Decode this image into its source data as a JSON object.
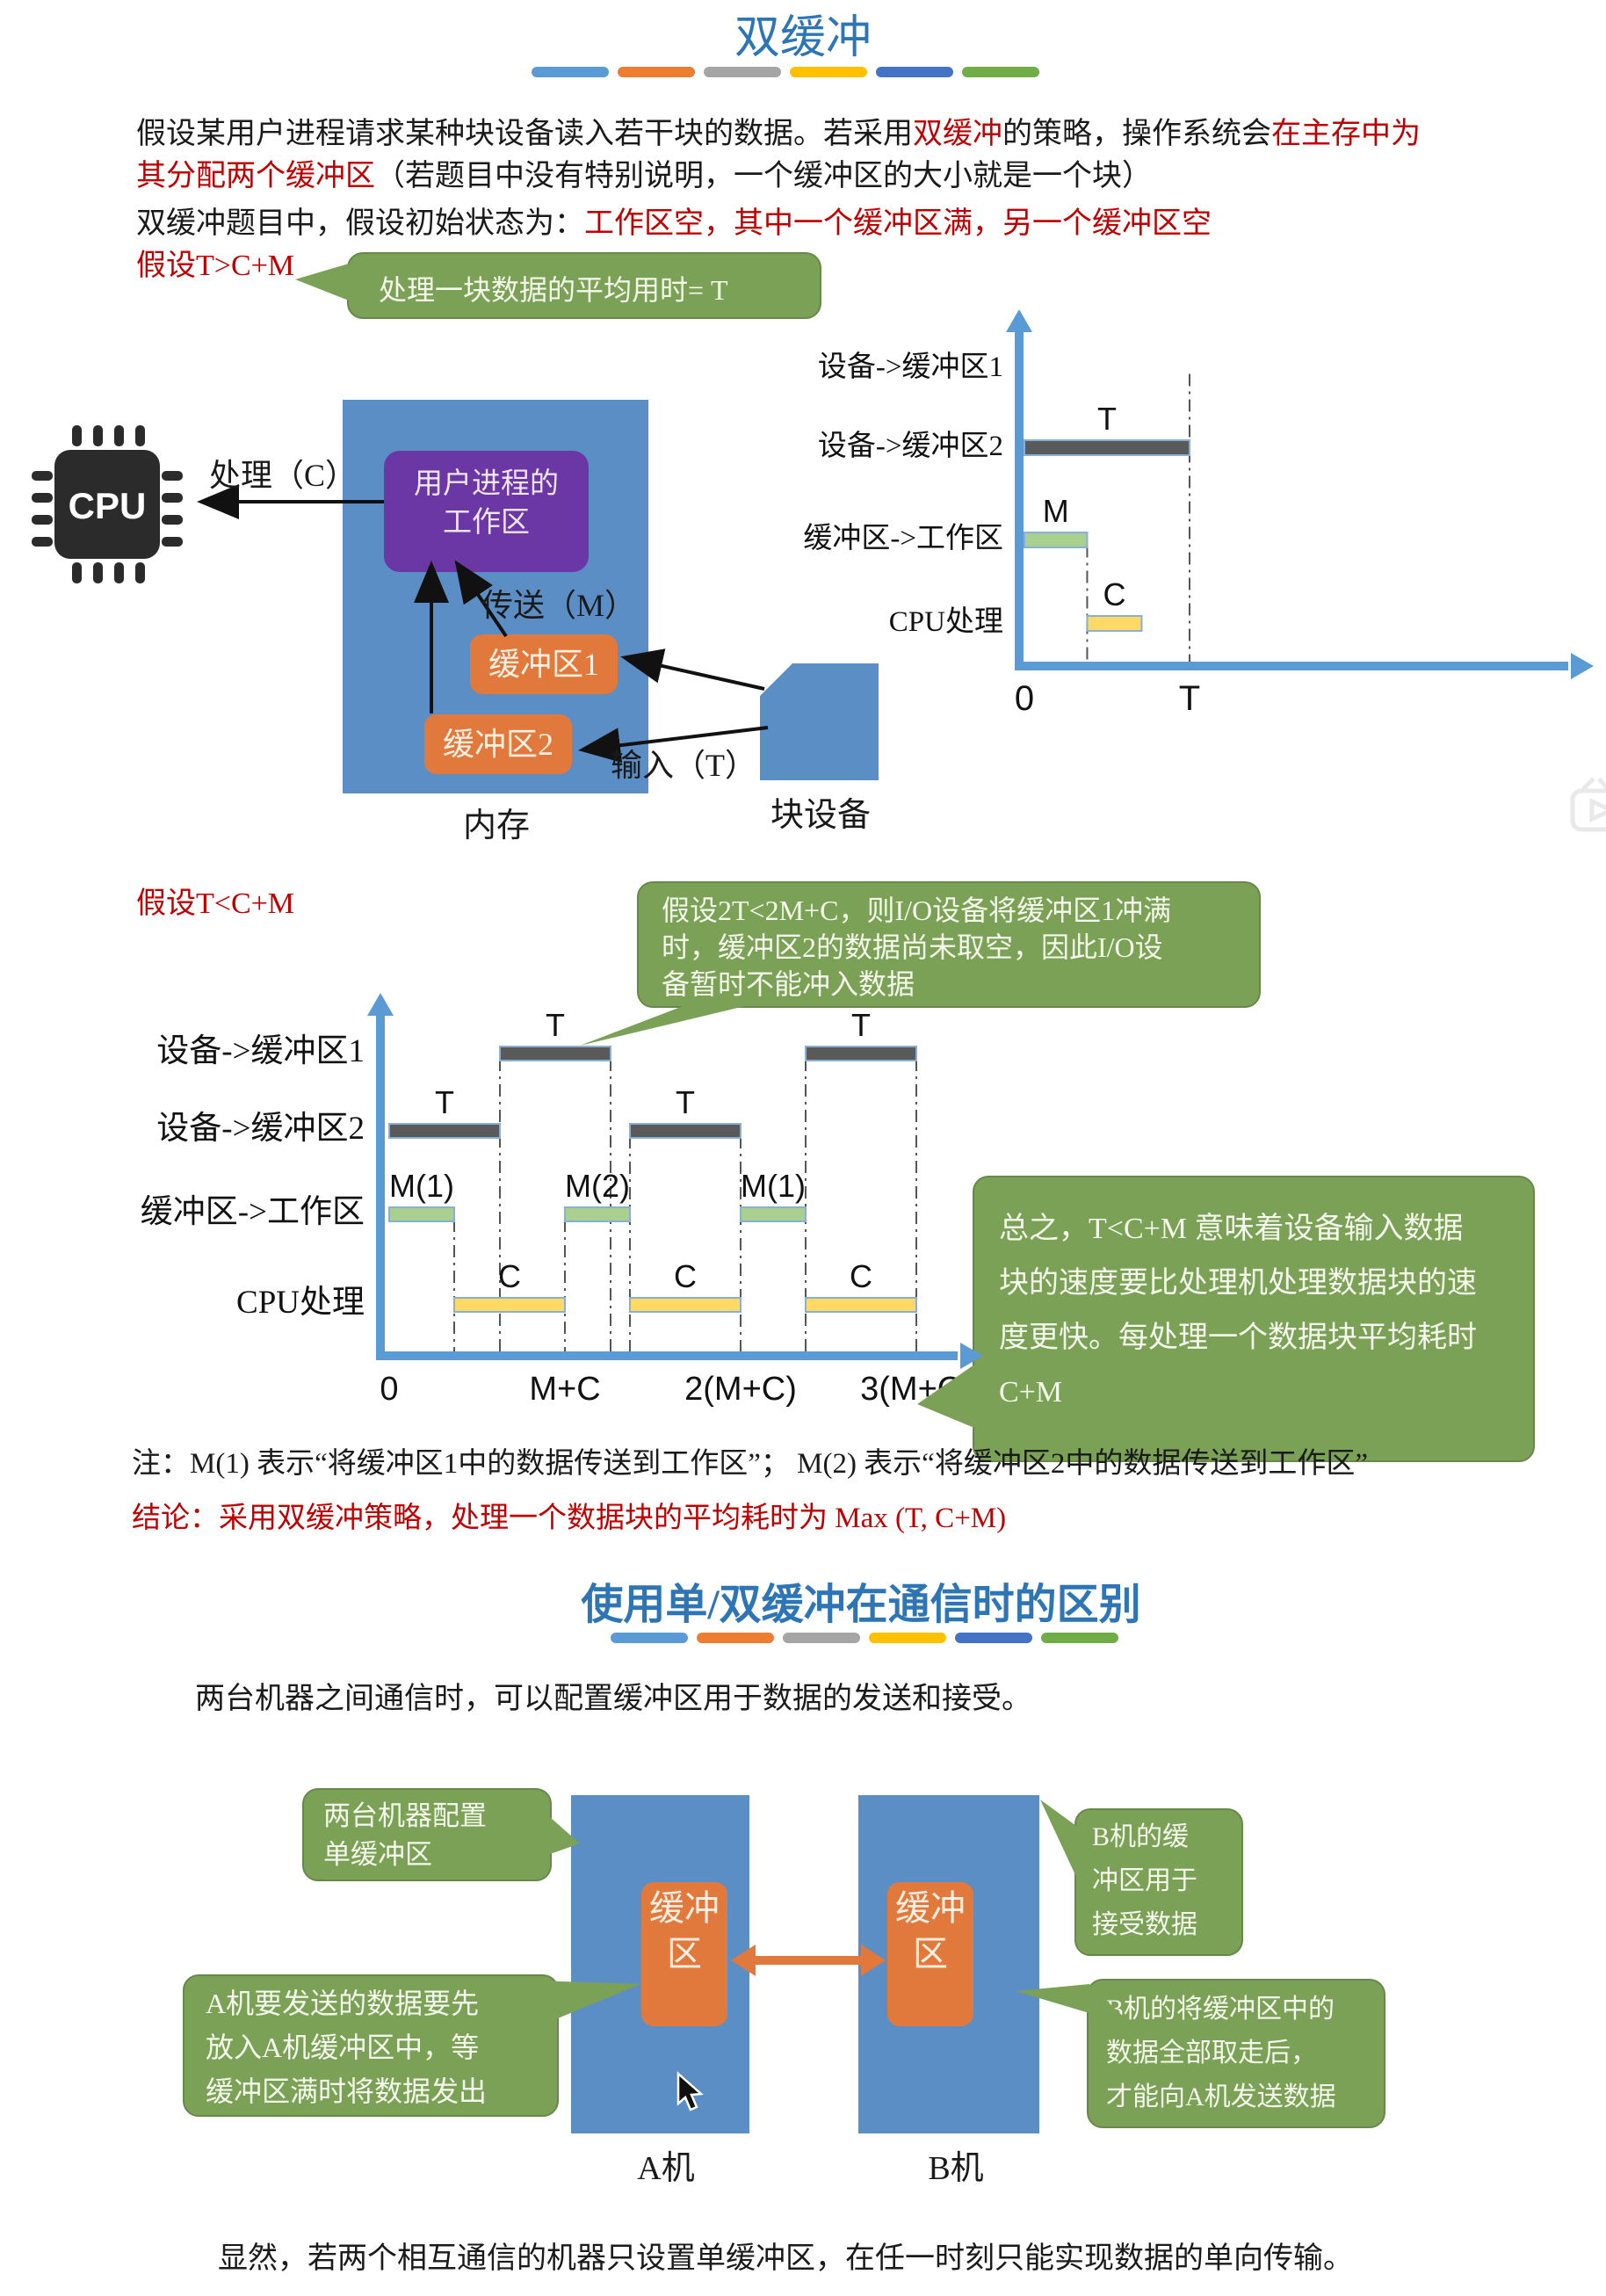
{
  "colors": {
    "title_blue": "#2E75B6",
    "red": "#C00000",
    "black": "#1a1a1a",
    "callout_green": "#7BA156",
    "callout_border": "#68884a",
    "memory_blue": "#5B8EC4",
    "purple": "#6B37A4",
    "orange": "#E2793C",
    "axis_blue": "#5B9BD5",
    "bars": {
      "gray": "#5A5A5A",
      "green": "#A9D08E",
      "yellow": "#FFD966"
    },
    "strip": [
      "#5B9BD5",
      "#ED7D31",
      "#A5A5A5",
      "#FFC000",
      "#4472C4",
      "#70AD47"
    ]
  },
  "section1": {
    "title": "双缓冲",
    "intro_line1": [
      {
        "t": "假设某用户进程请求某种块设备读入若干块的数据。若采用",
        "c": "k"
      },
      {
        "t": "双缓冲",
        "c": "r"
      },
      {
        "t": "的策略，操作系统会",
        "c": "k"
      },
      {
        "t": "在主存中为",
        "c": "r"
      }
    ],
    "intro_line2": [
      {
        "t": "其分配两个缓冲区",
        "c": "r"
      },
      {
        "t": "（若题目中没有特别说明，一个缓冲区的大小就是一个块）",
        "c": "k"
      }
    ],
    "intro_line3": [
      {
        "t": "双缓冲题目中，假设初始状态为：",
        "c": "k"
      },
      {
        "t": "工作区空，其中一个缓冲区满，另一个缓冲区空",
        "c": "r"
      }
    ],
    "assumption": "假设T>C+M",
    "callout_avg": "处理一块数据的平均用时= T"
  },
  "diagram1": {
    "cpu": "CPU",
    "process_label": "处理（C）",
    "workarea": [
      "用户进程的",
      "工作区"
    ],
    "transfer_label": "传送（M）",
    "buffer1": "缓冲区1",
    "buffer2": "缓冲区2",
    "input_label": "输入（T）",
    "block_device": "块设备",
    "memory": "内存"
  },
  "chart1": {
    "type": "gantt-timeline",
    "rows": [
      "设备->缓冲区1",
      "设备->缓冲区2",
      "缓冲区->工作区",
      "CPU处理"
    ],
    "bars": [
      {
        "row": 1,
        "start": 0,
        "end": 1,
        "color": "gray",
        "label": "T"
      },
      {
        "row": 2,
        "start": 0,
        "end": 0.38,
        "color": "green",
        "label": "M"
      },
      {
        "row": 3,
        "start": 0.38,
        "end": 0.71,
        "color": "yellow",
        "label": "C"
      }
    ],
    "dashed": [
      {
        "t": 0.38,
        "from_row": 2
      },
      {
        "t": 1,
        "from_row": 0
      }
    ],
    "ticks": [
      {
        "t": 0,
        "label": "0"
      },
      {
        "t": 1,
        "label": "T"
      }
    ]
  },
  "section2": {
    "assumption": "假设T<C+M",
    "callout_io": [
      "假设2T<2M+C，则I/O设备将缓冲区1冲满",
      "时，缓冲区2的数据尚未取空，因此I/O设",
      "备暂时不能冲入数据"
    ],
    "callout_summary": [
      "总之，T<C+M 意味着设备输入数据",
      "块的速度要比处理机处理数据块的速",
      "度更快。每处理一个数据块平均耗时",
      "C+M"
    ],
    "note": "注：M(1) 表示“将缓冲区1中的数据传送到工作区”；  M(2) 表示“将缓冲区2中的数据传送到工作区”",
    "conclusion": "结论：采用双缓冲策略，处理一个数据块的平均耗时为 Max (T, C+M)"
  },
  "chart2": {
    "type": "gantt-timeline",
    "rows": [
      "设备->缓冲区1",
      "设备->缓冲区2",
      "缓冲区->工作区",
      "CPU处理"
    ],
    "bars": [
      {
        "row": 0,
        "start": 0.63,
        "end": 1.26,
        "color": "gray",
        "label": "T"
      },
      {
        "row": 0,
        "start": 2.37,
        "end": 3,
        "color": "gray",
        "label": "T"
      },
      {
        "row": 1,
        "start": 0,
        "end": 0.63,
        "color": "gray",
        "label": "T"
      },
      {
        "row": 1,
        "start": 1.37,
        "end": 2,
        "color": "gray",
        "label": "T"
      },
      {
        "row": 2,
        "start": 0,
        "end": 0.37,
        "color": "green",
        "label": "M(1)"
      },
      {
        "row": 2,
        "start": 1,
        "end": 1.37,
        "color": "green",
        "label": "M(2)"
      },
      {
        "row": 2,
        "start": 2,
        "end": 2.37,
        "color": "green",
        "label": "M(1)"
      },
      {
        "row": 3,
        "start": 0.37,
        "end": 1,
        "color": "yellow",
        "label": "C"
      },
      {
        "row": 3,
        "start": 1.37,
        "end": 2,
        "color": "yellow",
        "label": "C"
      },
      {
        "row": 3,
        "start": 2.37,
        "end": 3,
        "color": "yellow",
        "label": "C"
      }
    ],
    "dashed": [
      {
        "t": 0.37,
        "from_row": 2
      },
      {
        "t": 0.63,
        "from_row": 0
      },
      {
        "t": 1,
        "from_row": 2
      },
      {
        "t": 1.26,
        "from_row": 0
      },
      {
        "t": 1.37,
        "from_row": 1
      },
      {
        "t": 2,
        "from_row": 1
      },
      {
        "t": 2.37,
        "from_row": 0
      },
      {
        "t": 3,
        "from_row": 0
      }
    ],
    "ticks": [
      {
        "t": 0,
        "label": "0"
      },
      {
        "t": 1,
        "label": "M+C"
      },
      {
        "t": 2,
        "label": "2(M+C)"
      },
      {
        "t": 3,
        "label": "3(M+C)"
      }
    ]
  },
  "section3": {
    "title": "使用单/双缓冲在通信时的区别",
    "par": "两台机器之间通信时，可以配置缓冲区用于数据的发送和接受。",
    "callout_single": [
      "两台机器配置",
      "单缓冲区"
    ],
    "callout_b_recv": [
      "B机的缓",
      "冲区用于",
      "接受数据"
    ],
    "callout_a_send": [
      "A机要发送的数据要先",
      "放入A机缓冲区中，等",
      "缓冲区满时将数据发出"
    ],
    "callout_b_take": [
      "B机的将缓冲区中的",
      "数据全部取走后，",
      "才能向A机发送数据"
    ],
    "buffer_label": "缓冲区",
    "machine_a": "A机",
    "machine_b": "B机",
    "bottom": "显然，若两个相互通信的机器只设置单缓冲区，在任一时刻只能实现数据的单向传输。"
  }
}
